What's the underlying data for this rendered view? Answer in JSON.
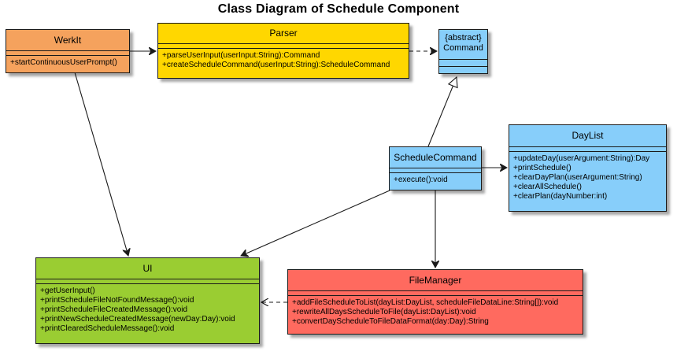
{
  "diagram": {
    "title": "Class Diagram of Schedule Component",
    "classes": {
      "werkit": {
        "name": "WerkIt",
        "color": "#F5A25D",
        "methods": [
          "+startContinuousUserPrompt()"
        ]
      },
      "parser": {
        "name": "Parser",
        "color": "#FFD700",
        "methods": [
          "+parseUserInput(userInput:String):Command",
          "+createScheduleCommand(userInput:String):ScheduleCommand"
        ]
      },
      "command": {
        "stereotype": "{abstract}",
        "name": "Command",
        "color": "#87CEFA",
        "methods": []
      },
      "schedulecommand": {
        "name": "ScheduleCommand",
        "color": "#87CEFA",
        "methods": [
          "+execute():void"
        ]
      },
      "daylist": {
        "name": "DayList",
        "color": "#87CEFA",
        "methods": [
          "+updateDay(userArgument:String):Day",
          "+printSchedule()",
          "+clearDayPlan(userArgument:String)",
          "+clearAllSchedule()",
          "+clearPlan(dayNumber:int)"
        ]
      },
      "ui": {
        "name": "UI",
        "color": "#9ACD32",
        "methods": [
          "+getUserInput()",
          "+printScheduleFileNotFoundMessage():void",
          "+printScheduleFileCreatedMessage():void",
          "+printNewScheduleCreatedMessage(newDay:Day):void",
          "+printClearedScheduleMessage():void"
        ]
      },
      "filemanager": {
        "name": "FileManager",
        "color": "#FF6A5F",
        "methods": [
          "+addFileScheduleToList(dayList:DayList, scheduleFileDataLine:String[]):void",
          "+rewriteAllDaysScheduleToFile(dayList:DayList):void",
          "+convertDayScheduleToFileDataFormat(day:Day):String"
        ]
      }
    }
  }
}
